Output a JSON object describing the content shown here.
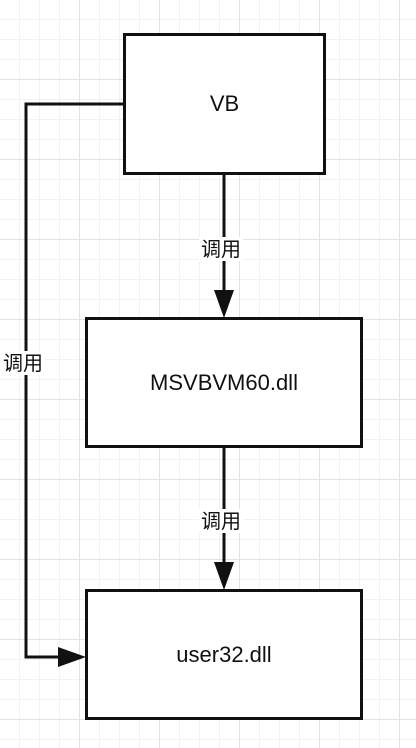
{
  "nodes": {
    "vb": {
      "label": "VB"
    },
    "msvbvm60": {
      "label": "MSVBVM60.dll"
    },
    "user32": {
      "label": "user32.dll"
    }
  },
  "edges": {
    "vb_to_msvbvm60": {
      "label": "调用"
    },
    "msvbvm60_to_user32": {
      "label": "调用"
    },
    "vb_to_user32": {
      "label": "调用"
    }
  },
  "colors": {
    "stroke": "#111111",
    "grid_major": "#e2e2e2",
    "grid_minor": "#f2f2f2",
    "background": "#ffffff"
  }
}
